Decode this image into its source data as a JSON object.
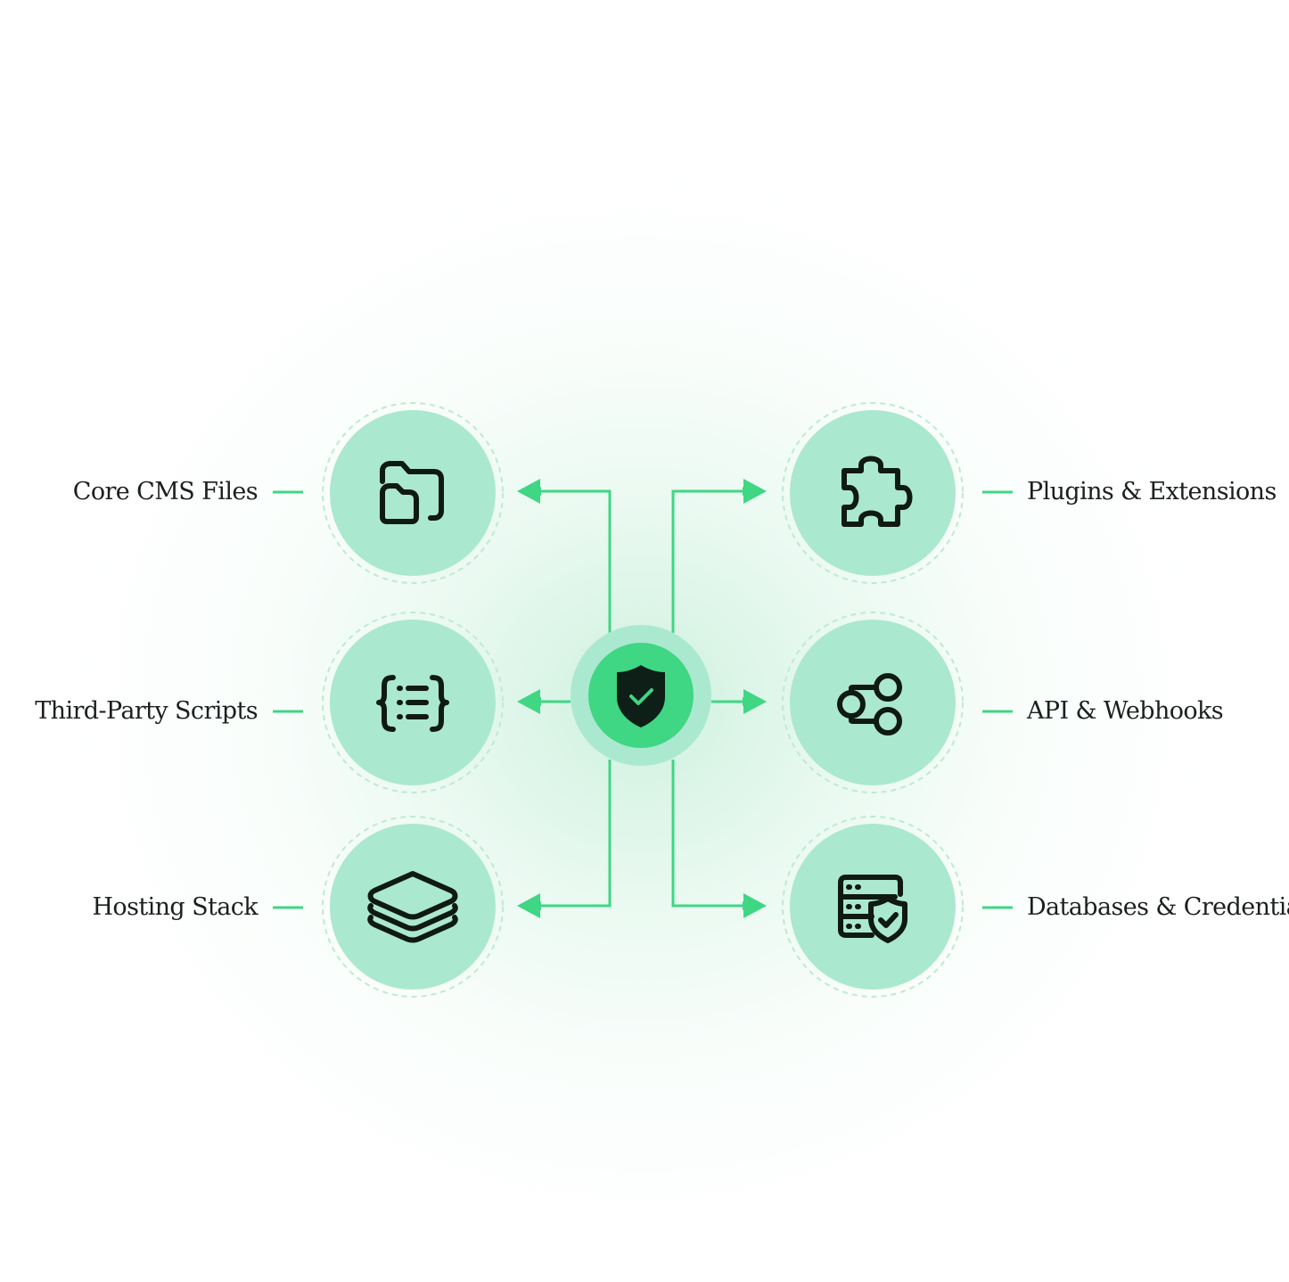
{
  "nodes": {
    "core_cms": {
      "label": "Core CMS Files",
      "icon": "folder-icon"
    },
    "third_party": {
      "label": "Third-Party Scripts",
      "icon": "code-braces-icon"
    },
    "hosting": {
      "label": "Hosting Stack",
      "icon": "layers-icon"
    },
    "plugins": {
      "label": "Plugins & Extensions",
      "icon": "puzzle-icon"
    },
    "api": {
      "label": "API & Webhooks",
      "icon": "webhook-icon"
    },
    "databases": {
      "label": "Databases & Credentials",
      "icon": "server-shield-icon"
    }
  },
  "center": {
    "icon": "shield-check-icon"
  },
  "colors": {
    "accent": "#3fd684",
    "circle_fill": "#abe8d0",
    "icon_stroke": "#0f1a14",
    "center_dark": "#0d1f17"
  }
}
